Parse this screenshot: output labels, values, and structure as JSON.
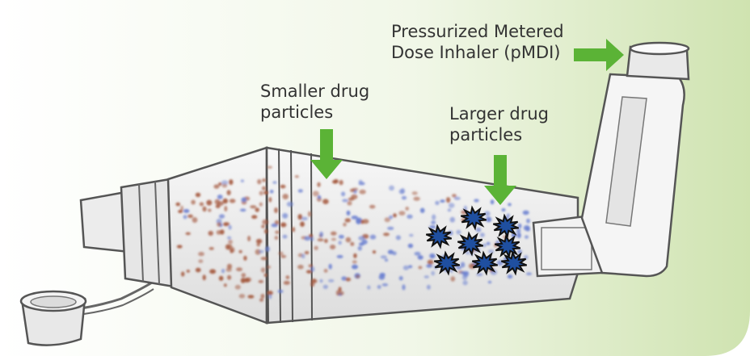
{
  "labels": {
    "pmdi": [
      "Pressurized Metered",
      "Dose Inhaler (pMDI)"
    ],
    "smaller": [
      "Smaller drug",
      "particles"
    ],
    "larger": [
      "Larger drug",
      "particles"
    ]
  },
  "colors": {
    "background_gradient_start": "#ffffff",
    "background_gradient_end": "#cfe3b0",
    "arrow": "#5bb336",
    "small_particle": "#a55a40",
    "medium_particle": "#6a7fd0",
    "large_particle": "#1f4fa0",
    "device_outline": "#555555",
    "device_fill": "#eeeeee"
  },
  "icons": {
    "arrow": "green-arrow-icon",
    "large_particle": "burst-particle-icon"
  }
}
